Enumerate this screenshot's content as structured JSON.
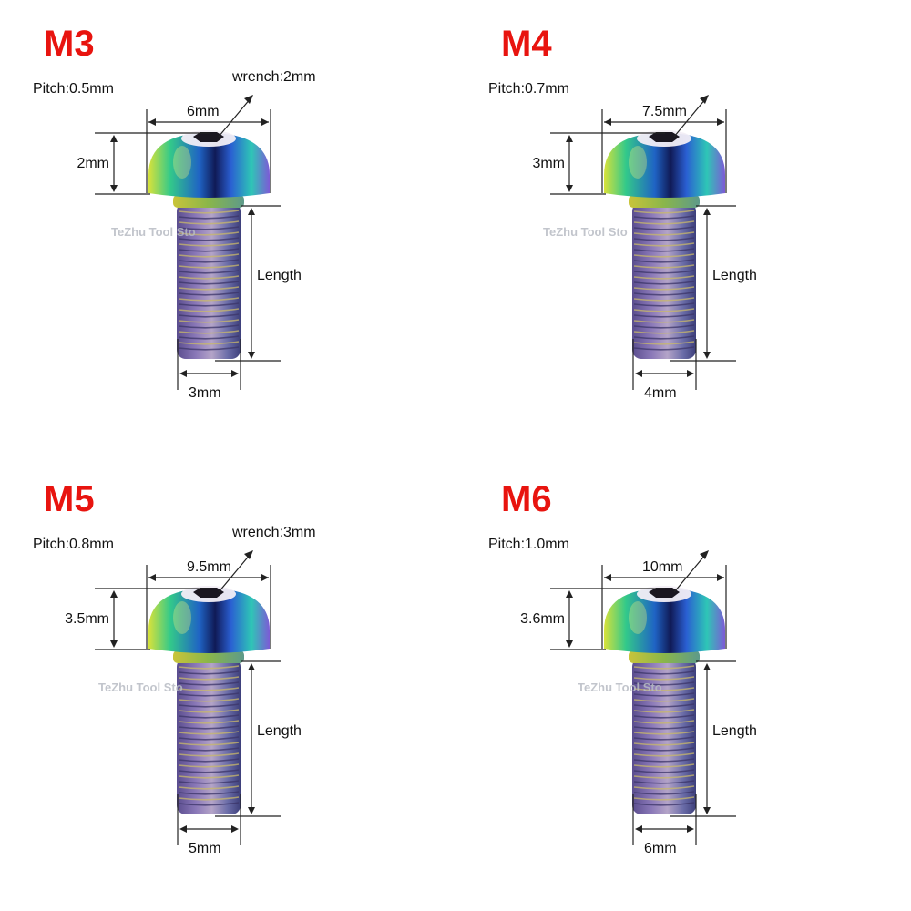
{
  "colors": {
    "title": "#e8140f",
    "text": "#111111",
    "dim_line": "#222222",
    "watermark": "#b8bcc4"
  },
  "watermark_text": "TeZhu Tool Sto",
  "screws": [
    {
      "size": "M3",
      "pitch": "Pitch:0.5mm",
      "head_diameter": "6mm",
      "head_height": "2mm",
      "wrench": "wrench:2mm",
      "length": "Length",
      "thread_diameter": "3mm"
    },
    {
      "size": "M4",
      "pitch": "Pitch:0.7mm",
      "head_diameter": "7.5mm",
      "head_height": "3mm",
      "wrench": "",
      "length": "Length",
      "thread_diameter": "4mm"
    },
    {
      "size": "M5",
      "pitch": "Pitch:0.8mm",
      "head_diameter": "9.5mm",
      "head_height": "3.5mm",
      "wrench": "wrench:3mm",
      "length": "Length",
      "thread_diameter": "5mm"
    },
    {
      "size": "M6",
      "pitch": "Pitch:1.0mm",
      "head_diameter": "10mm",
      "head_height": "3.6mm",
      "wrench": "",
      "length": "Length",
      "thread_diameter": "6mm"
    }
  ]
}
